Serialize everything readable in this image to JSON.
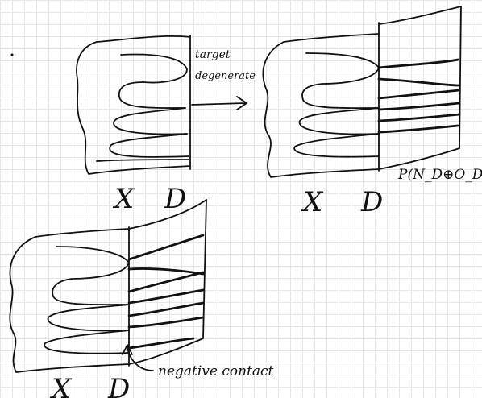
{
  "annotations": {
    "target_line1": "target",
    "target_line2": "degenerate",
    "projectivization": "P(N_D⊕O_D)",
    "negative_contact": "negative contact"
  },
  "panels": {
    "top_left": {
      "label_x": "X",
      "label_d": "D"
    },
    "top_right": {
      "label_x": "X",
      "label_d": "D"
    },
    "bottom": {
      "label_x": "X",
      "label_d": "D"
    }
  }
}
